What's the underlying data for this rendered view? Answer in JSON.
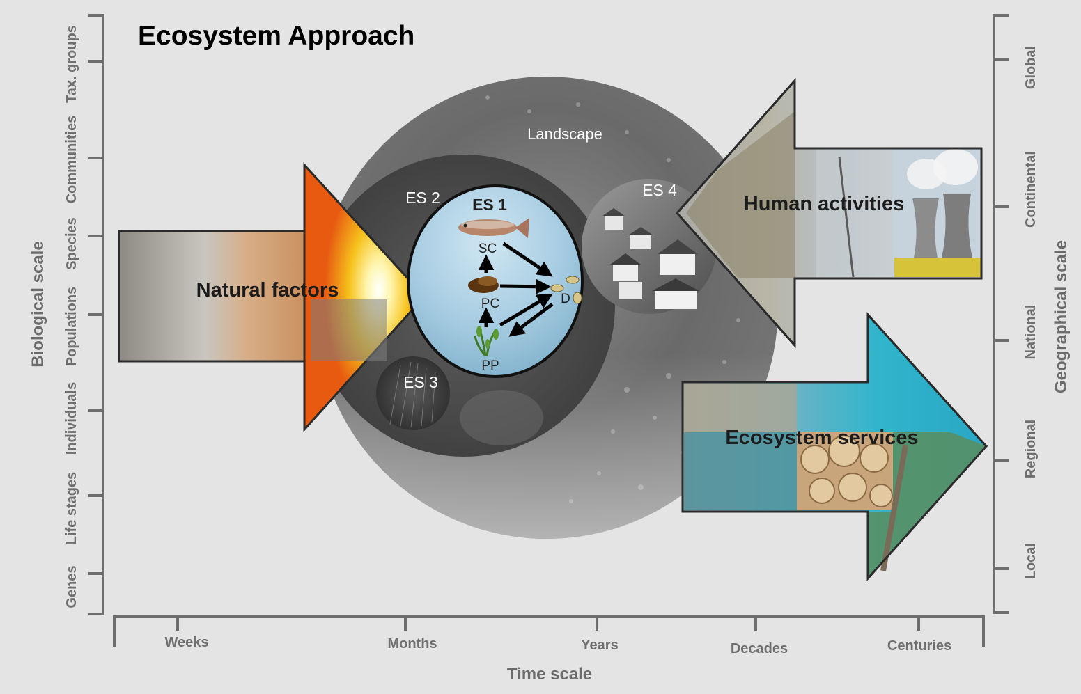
{
  "title": "Ecosystem Approach",
  "left_axis": {
    "label": "Biological scale",
    "ticks": [
      "Genes",
      "Life stages",
      "Individuals",
      "Populations",
      "Species",
      "Communities",
      "Tax. groups"
    ]
  },
  "right_axis": {
    "label": "Geographical scale",
    "ticks": [
      "Local",
      "Regional",
      "National",
      "Continental",
      "Global"
    ]
  },
  "bottom_axis": {
    "label": "Time scale",
    "ticks": [
      "Weeks",
      "Months",
      "Years",
      "Decades",
      "Centuries"
    ]
  },
  "landscape_label": "Landscape",
  "ecosystems": {
    "es1": "ES 1",
    "es2": "ES 2",
    "es3": "ES 3",
    "es4": "ES 4"
  },
  "food_web": {
    "sc": "SC",
    "pc": "PC",
    "pp": "PP",
    "d": "D"
  },
  "arrows": {
    "natural": "Natural factors",
    "human": "Human activities",
    "services": "Ecosystem services"
  },
  "colors": {
    "background": "#e4e4e4",
    "axis": "#6e6e6e",
    "es1_water": "#a9cde0",
    "landscape": "#5c5c5c"
  }
}
